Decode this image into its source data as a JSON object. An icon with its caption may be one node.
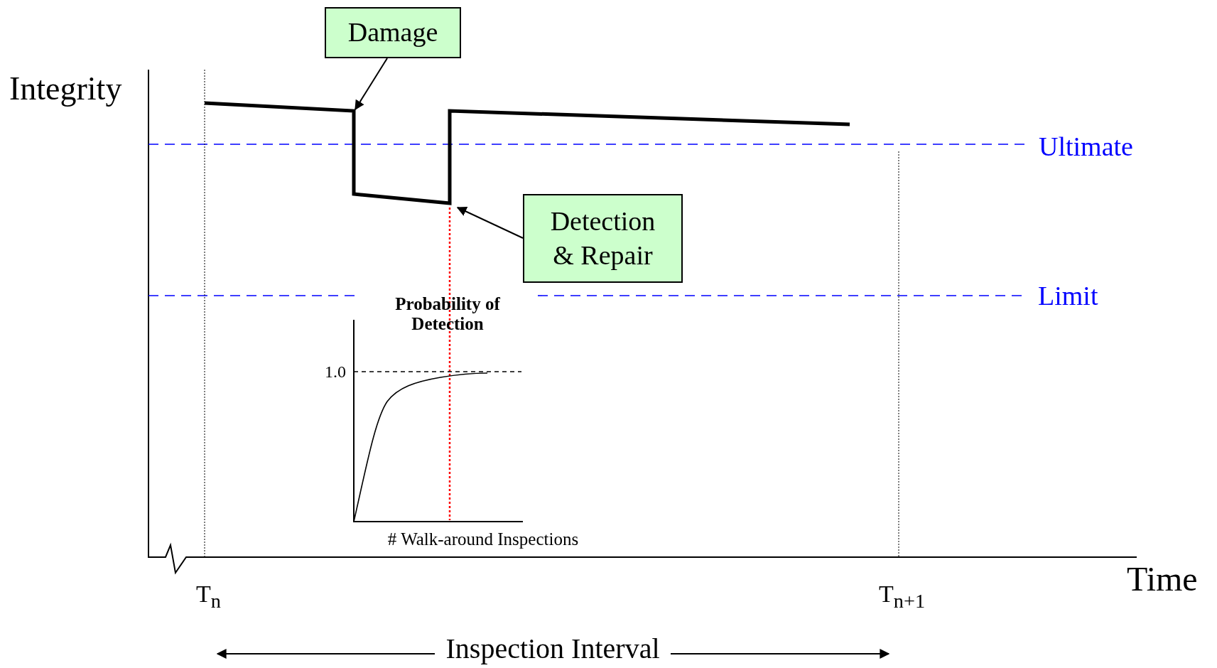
{
  "diagram": {
    "nodes": [
      {
        "text": [
          "Damage"
        ]
      },
      {
        "text": [
          "Detection & Repair"
        ]
      },
      {
        "text": [],
        "shape": "line"
      }
    ],
    "edges": [
      {
        "from": 0,
        "to": 2,
        "arrow": "to"
      },
      {
        "from": 1,
        "to": 2,
        "arrow": "to"
      }
    ],
    "labels": [
      "Integrity",
      "Ultimate",
      "Limit",
      "Probability of Detection",
      "1.0",
      "# Walk-around Inspections",
      "Time",
      "T$_{n}$",
      "T$_{n+1}$",
      "Inspection Interval"
    ]
  }
}
